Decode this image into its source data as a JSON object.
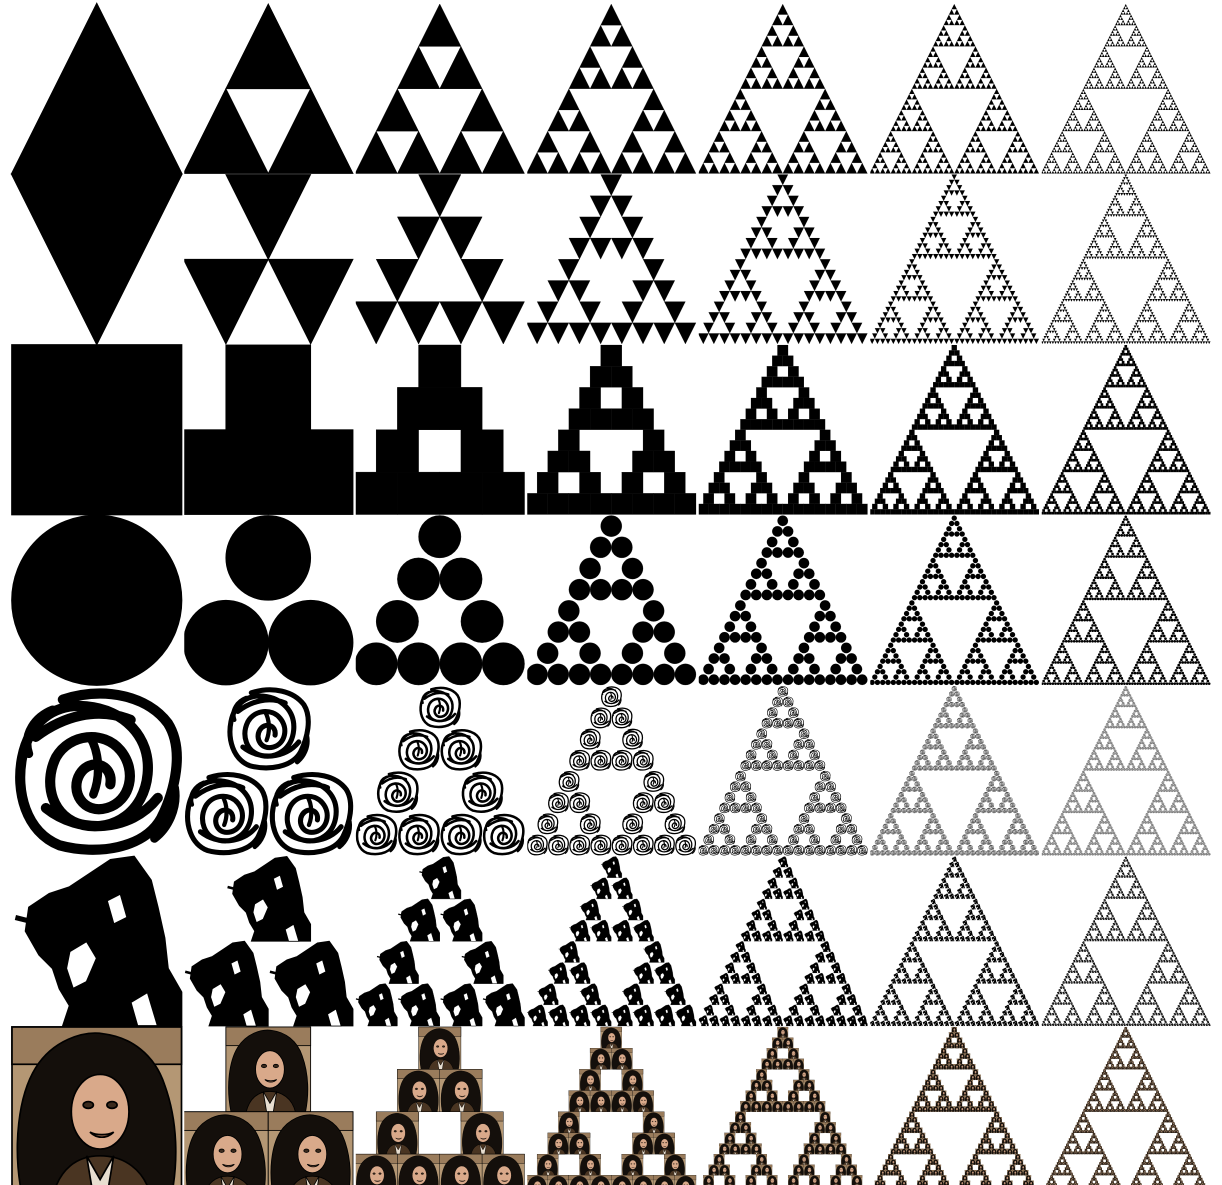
{
  "figure": {
    "levels": [
      0,
      1,
      2,
      3,
      4,
      5,
      6
    ],
    "rows": [
      {
        "seed": "triangle",
        "icon": "triangle-icon",
        "fill": "#000000"
      },
      {
        "seed": "inverted-triangle",
        "icon": "inverted-triangle-icon",
        "fill": "#000000"
      },
      {
        "seed": "square",
        "icon": "square-icon",
        "fill": "#000000"
      },
      {
        "seed": "circle",
        "icon": "circle-icon",
        "fill": "#000000"
      },
      {
        "seed": "scribble",
        "icon": "scribble-icon",
        "fill": "#000000"
      },
      {
        "seed": "portrait-silhouette",
        "icon": "portrait-silhouette-icon",
        "fill": "#000000"
      },
      {
        "seed": "painted-portrait",
        "icon": "painted-portrait-icon",
        "fill": "#3b2a1d"
      }
    ],
    "colors": {
      "background": "#ffffff",
      "ink": "#000000",
      "portrait_background": "#b49774",
      "portrait_wig": "#140f0b",
      "portrait_face": "#d9a98a",
      "portrait_cloak": "#4a3522",
      "portrait_collar": "#e8ded0"
    }
  }
}
